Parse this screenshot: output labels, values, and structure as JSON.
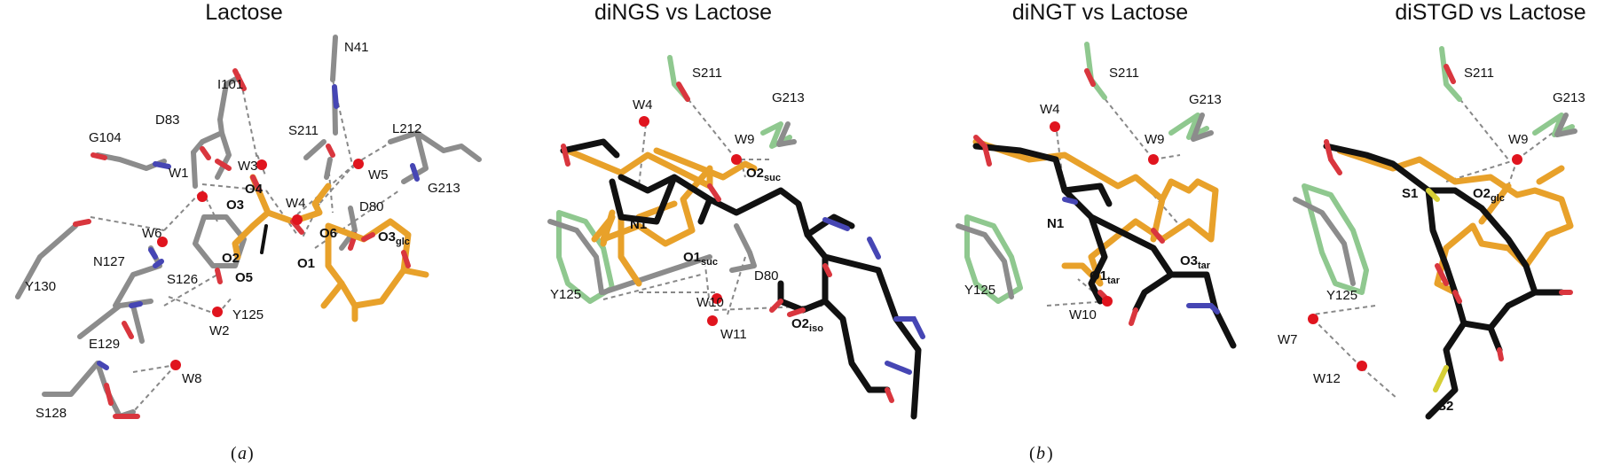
{
  "panels": [
    {
      "title": "Lactose",
      "labels": {
        "n41": "N41",
        "i101": "I101",
        "d83": "D83",
        "g104": "G104",
        "s211": "S211",
        "l212": "L212",
        "w3": "W3",
        "w5": "W5",
        "w1": "W1",
        "o4": "O4",
        "o3": "O3",
        "w4": "W4",
        "o6": "O6",
        "d80": "D80",
        "g213": "G213",
        "w6": "W6",
        "o3glc": "O3",
        "o3glc_sub": "glc",
        "n127": "N127",
        "o2": "O2",
        "o1": "O1",
        "o5": "O5",
        "y130": "Y130",
        "s126": "S126",
        "y125": "Y125",
        "w2": "W2",
        "e129": "E129",
        "w8": "W8",
        "s128": "S128"
      }
    },
    {
      "title": "diNGS vs Lactose",
      "labels": {
        "s211": "S211",
        "w4": "W4",
        "g213": "G213",
        "w9": "W9",
        "o2suc": "O2",
        "o2suc_sub": "suc",
        "n1": "N1",
        "o1suc": "O1",
        "o1suc_sub": "suc",
        "d80": "D80",
        "y125": "Y125",
        "w10": "W10",
        "w11": "W11",
        "o2iso": "O2",
        "o2iso_sub": "iso"
      }
    },
    {
      "title": "diNGT vs Lactose",
      "labels": {
        "s211": "S211",
        "w4": "W4",
        "g213": "G213",
        "w9": "W9",
        "n1": "N1",
        "o1tar": "O1",
        "o1tar_sub": "tar",
        "o3tar": "O3",
        "o3tar_sub": "tar",
        "y125": "Y125",
        "w10": "W10"
      }
    },
    {
      "title": "diSTGD vs Lactose",
      "labels": {
        "s211": "S211",
        "g213": "G213",
        "w9": "W9",
        "s1": "S1",
        "o2glc": "O2",
        "o2glc_sub": "glc",
        "y125": "Y125",
        "w7": "W7",
        "w12": "W12",
        "s2": "S2"
      }
    }
  ],
  "captions": {
    "a": "a",
    "b": "b"
  },
  "colors": {
    "protein_gray": "#8c8c8c",
    "protein_green": "#8fc88f",
    "lactose_orange": "#e8a12a",
    "ligand_black": "#111111",
    "oxygen_red": "#d9363e",
    "nitrogen_blue": "#4646b4",
    "sulfur_yellow": "#d6cf35",
    "water_red": "#e0141e"
  }
}
